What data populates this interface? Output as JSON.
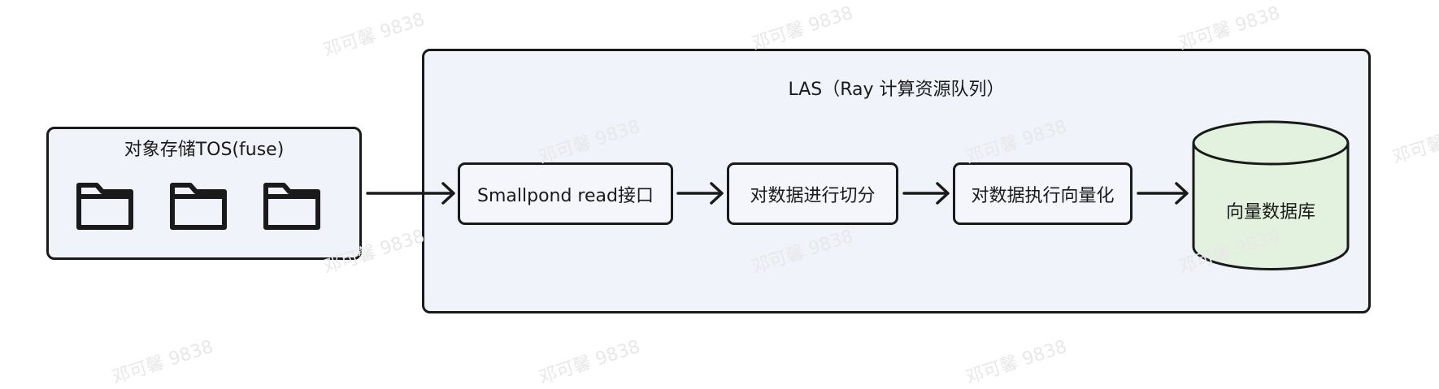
{
  "storage": {
    "title": "对象存储TOS(fuse)",
    "folders": [
      "folder-icon",
      "folder-icon",
      "folder-icon"
    ]
  },
  "cluster": {
    "title": "LAS（Ray 计算资源队列）",
    "steps": [
      {
        "label": "Smallpond read接口"
      },
      {
        "label": "对数据进行切分"
      },
      {
        "label": "对数据执行向量化"
      }
    ],
    "database": {
      "label": "向量数据库",
      "fill": "#e2f2df"
    }
  },
  "watermark": "邓可馨 9838",
  "colors": {
    "stroke": "#1a1a1a",
    "panel": "#f0f3fa",
    "db_fill": "#e2f2df"
  }
}
